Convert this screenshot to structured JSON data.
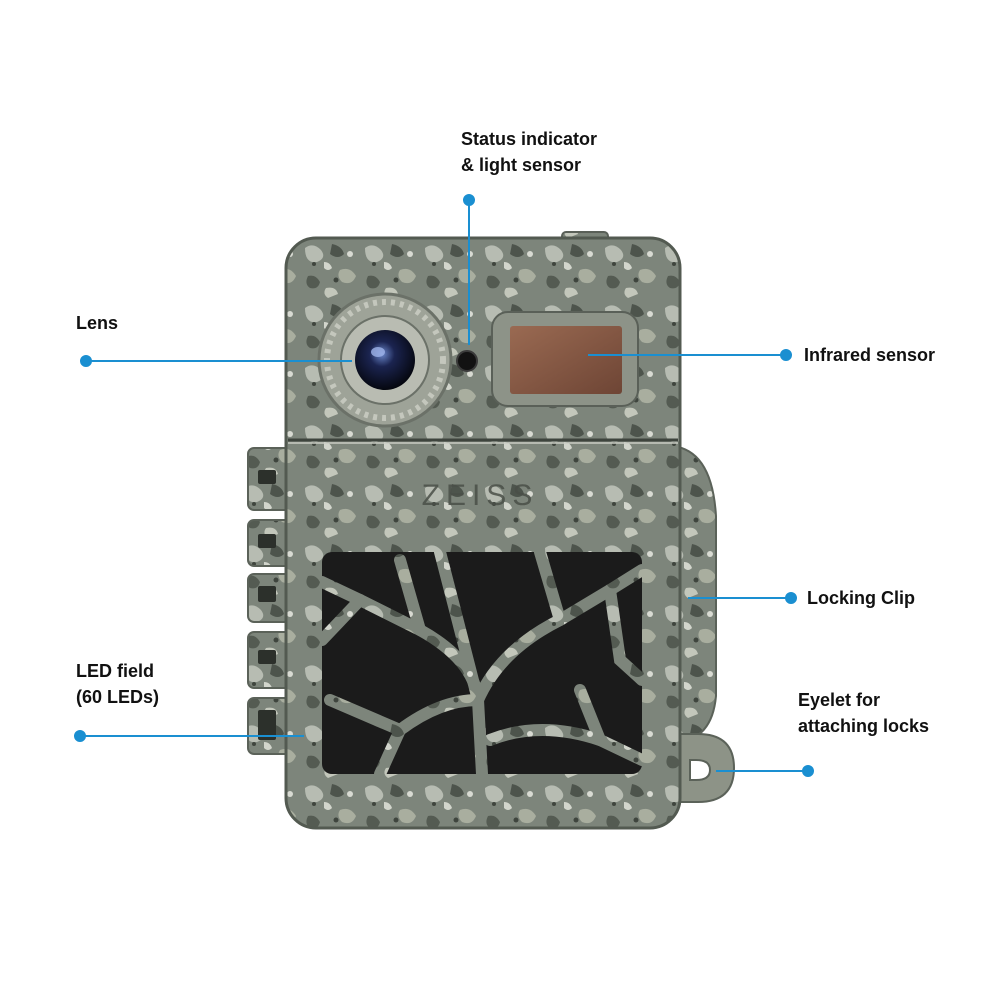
{
  "brand": "ZEISS",
  "colors": {
    "leader": "#1a8fd1",
    "camo_base": "#7d857b",
    "camo_dark": "#4d544c",
    "camo_light": "#b7bcb2",
    "ir_window": "#8a5a44",
    "led_panel": "#1b1b1b"
  },
  "callouts": {
    "status": {
      "line1": "Status indicator",
      "line2": "& light sensor"
    },
    "lens": {
      "line1": "Lens"
    },
    "infrared": {
      "line1": "Infrared sensor"
    },
    "locking_clip": {
      "line1": "Locking Clip"
    },
    "led_field": {
      "line1": "LED field",
      "line2": "(60 LEDs)"
    },
    "eyelet": {
      "line1": "Eyelet for",
      "line2": "attaching locks"
    }
  }
}
